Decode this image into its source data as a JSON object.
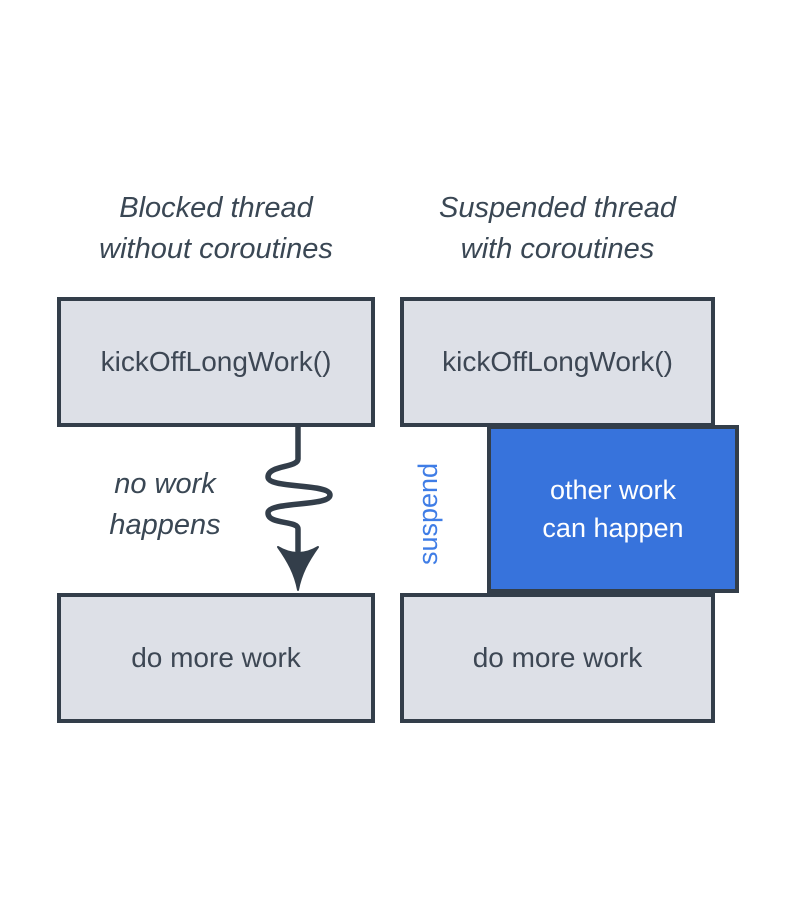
{
  "colors": {
    "background": "#ffffff",
    "box_fill": "#dde0e7",
    "box_border": "#333e4a",
    "dark_text": "#3a4754",
    "highlight_blue": "#3773dc",
    "suspend_text_blue": "#3f7de6",
    "highlight_text": "#ffffff",
    "arrow_stroke": "#333e4a"
  },
  "left_column": {
    "title_line1": "Blocked thread",
    "title_line2": "without coroutines",
    "top_box_label": "kickOffLongWork()",
    "annotation_line1": "no work",
    "annotation_line2": "happens",
    "arrow_icon": "squiggly-down-arrow",
    "bottom_box_label": "do more work"
  },
  "right_column": {
    "title_line1": "Suspended thread",
    "title_line2": "with coroutines",
    "top_box_label": "kickOffLongWork()",
    "suspend_label": "suspend",
    "highlight_box_line1": "other work",
    "highlight_box_line2": "can happen",
    "bottom_box_label": "do more work"
  }
}
